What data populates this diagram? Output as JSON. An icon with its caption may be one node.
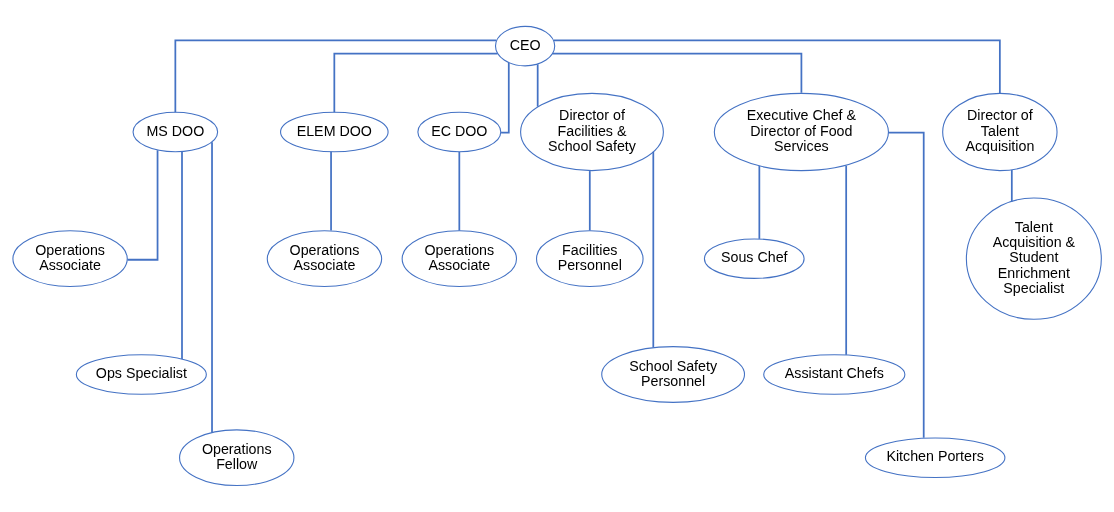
{
  "diagram": {
    "nodes": [
      {
        "text": [
          "CEO"
        ]
      },
      {
        "text": [
          "MS DOO"
        ]
      },
      {
        "text": [
          "ELEM DOO"
        ]
      },
      {
        "text": [
          "EC DOO"
        ]
      },
      {
        "text": [
          "Director of Facilities & School Safety"
        ]
      },
      {
        "text": [
          "Executive Chef & Director of Food Services"
        ]
      },
      {
        "text": [
          "Director of Talent Acquisition"
        ]
      },
      {
        "text": [
          "Operations Associate"
        ]
      },
      {
        "text": [
          "Operations Associate"
        ]
      },
      {
        "text": [
          "Operations Associate"
        ]
      },
      {
        "text": [
          "Facilities Personnel"
        ]
      },
      {
        "text": [
          "Sous Chef"
        ]
      },
      {
        "text": [
          "Talent Acquisition & Student Enrichment Specialist"
        ]
      },
      {
        "text": [
          "Ops Specialist"
        ]
      },
      {
        "text": [
          "School Safety Personnel"
        ]
      },
      {
        "text": [
          "Assistant Chefs"
        ]
      },
      {
        "text": [
          "Operations Fellow"
        ]
      },
      {
        "text": [
          "Kitchen Porters"
        ]
      }
    ],
    "edges": [
      {
        "from": 0,
        "to": 1,
        "arrow": "none"
      },
      {
        "from": 0,
        "to": 2,
        "arrow": "none"
      },
      {
        "from": 0,
        "to": 3,
        "arrow": "none"
      },
      {
        "from": 0,
        "to": 4,
        "arrow": "none"
      },
      {
        "from": 0,
        "to": 5,
        "arrow": "none"
      },
      {
        "from": 0,
        "to": 6,
        "arrow": "none"
      },
      {
        "from": 1,
        "to": 7,
        "arrow": "none"
      },
      {
        "from": 1,
        "to": 13,
        "arrow": "none"
      },
      {
        "from": 1,
        "to": 16,
        "arrow": "none"
      },
      {
        "from": 2,
        "to": 8,
        "arrow": "none"
      },
      {
        "from": 3,
        "to": 9,
        "arrow": "none"
      },
      {
        "from": 4,
        "to": 10,
        "arrow": "none"
      },
      {
        "from": 4,
        "to": 14,
        "arrow": "none"
      },
      {
        "from": 5,
        "to": 11,
        "arrow": "none"
      },
      {
        "from": 5,
        "to": 15,
        "arrow": "none"
      },
      {
        "from": 5,
        "to": 17,
        "arrow": "none"
      },
      {
        "from": 6,
        "to": 12,
        "arrow": "none"
      }
    ]
  }
}
